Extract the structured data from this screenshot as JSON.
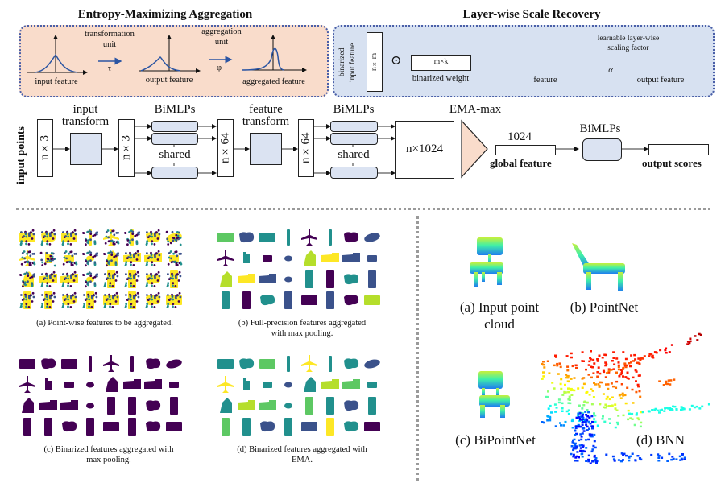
{
  "top": {
    "ema": {
      "title": "Entropy-Maximizing Aggregation",
      "input_feature": "input feature",
      "transformation_unit_line1": "transformation",
      "transformation_unit_line2": "unit",
      "tau": "τ",
      "output_feature": "output feature",
      "aggregation_unit_line1": "aggregation",
      "aggregation_unit_line2": "unit",
      "phi": "φ",
      "aggregated_feature": "aggregated feature"
    },
    "lsr": {
      "title": "Layer-wise Scale Recovery",
      "binarized_input_line1": "binarized",
      "binarized_input_line2": "input feature",
      "nxm": "n×m",
      "odot": "⊙",
      "mxk": "m×k",
      "binarized_weight": "binarized weight",
      "feature": "feature",
      "scaling_line1": "learnable layer-wise",
      "scaling_line2": "scaling factor",
      "alpha": "α",
      "output_feature": "output feature"
    }
  },
  "network": {
    "input_points": "input points",
    "n3_a": "n×3",
    "input_transform_line1": "input",
    "input_transform_line2": "transform",
    "n3_b": "n×3",
    "bimlps_1": "BiMLPs",
    "shared_1": "shared",
    "n64_a": "n×64",
    "feature_transform_line1": "feature",
    "feature_transform_line2": "transform",
    "n64_b": "n×64",
    "bimlps_2": "BiMLPs",
    "shared_2": "shared",
    "n1024": "n×1024",
    "ema_max": "EMA-max",
    "dim_1024": "1024",
    "global_feature": "global feature",
    "bimlps_3": "BiMLPs",
    "output_scores": "output scores"
  },
  "bottom_left": {
    "captions": {
      "a": "(a) Point-wise features to be aggregated.",
      "b_line1": "(b) Full-precision features aggregated",
      "b_line2": "with max pooling.",
      "c_line1": "(c) Binarized features aggregated with",
      "c_line2": "max pooling.",
      "d_line1": "(d) Binarized features aggregated with",
      "d_line2": "EMA."
    },
    "colors": {
      "viridis_dark": "#440154",
      "viridis_blue": "#3b528b",
      "viridis_teal": "#21908d",
      "viridis_green": "#5dc863",
      "viridis_lime": "#b5de2b",
      "viridis_yellow": "#fde725"
    }
  },
  "bottom_right": {
    "captions": {
      "a_line1": "(a) Input point",
      "a_line2": "cloud",
      "b": "(b) PointNet",
      "c": "(c) BiPointNet",
      "d": "(d) BNN"
    }
  },
  "colors": {
    "ema_panel": "#f9dccb",
    "lsr_panel": "#d7e1f1",
    "curve_blue": "#2b55a3",
    "block_blue": "#dbe3f2",
    "triangle": "#f9dccb"
  }
}
